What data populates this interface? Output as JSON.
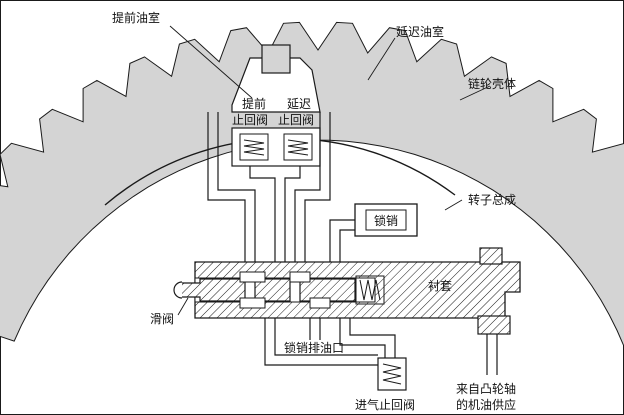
{
  "labels": {
    "advance_chamber": "提前油室",
    "retard_chamber": "延迟油室",
    "sprocket_housing": "链轮壳体",
    "advance_check_valve_1": "提前",
    "advance_check_valve_2": "止回阀",
    "retard_check_valve_1": "延迟",
    "retard_check_valve_2": "止回阀",
    "rotor_assembly": "转子总成",
    "lock_pin": "锁销",
    "bushing": "衬套",
    "spool_valve": "滑阀",
    "lock_pin_drain": "锁销排油口",
    "inlet_check_valve": "进气止回阀",
    "camshaft_supply_1": "来自凸轮轴",
    "camshaft_supply_2": "的机油供应"
  },
  "colors": {
    "housing_fill": "#d4d4d4",
    "line": "#1a1a1a",
    "background": "#ffffff"
  }
}
